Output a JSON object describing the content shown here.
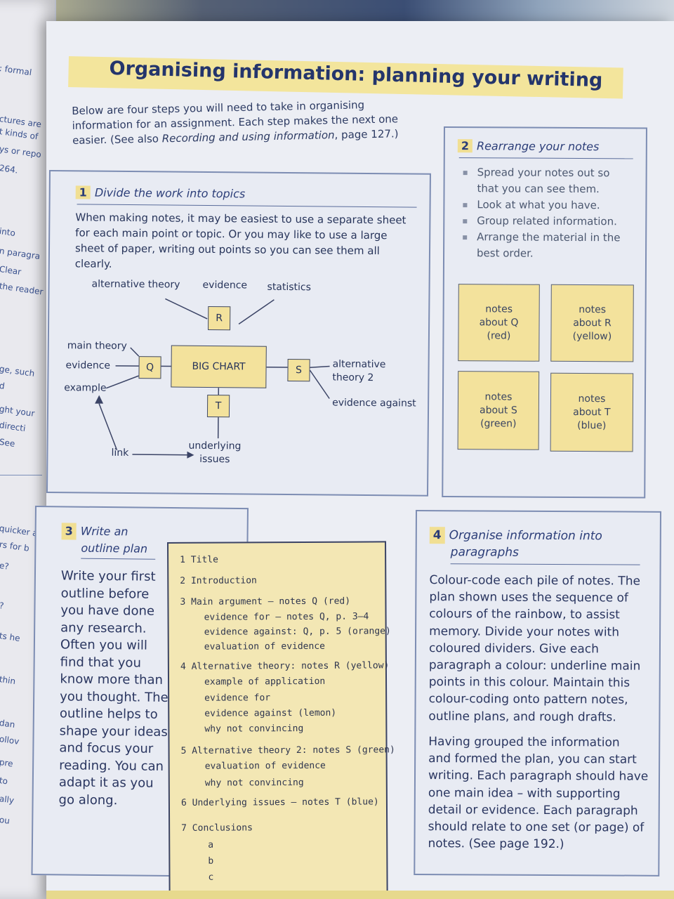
{
  "title": "Organising information: planning your writing",
  "intro": {
    "line1": "Below are four steps you will need to take in organising",
    "line2": "information for an assignment. Each step makes the next one",
    "line3_a": "easier. (See also ",
    "line3_italic": "Recording and using information",
    "line3_b": ", page 127.)"
  },
  "step1": {
    "number": "1",
    "heading": "Divide the work into topics",
    "body": [
      "When making notes, it may be easiest to use a separate sheet",
      "for each main point or topic. Or you may like to use a large",
      "sheet of paper, writing out points so you can see them all",
      "clearly."
    ],
    "diagram": {
      "labels": {
        "alt_theory": "alternative theory",
        "evidence_top": "evidence",
        "statistics": "statistics",
        "main_theory": "main theory",
        "evidence_left": "evidence",
        "example": "example",
        "alt_theory2_a": "alternative",
        "alt_theory2_b": "theory 2",
        "evidence_against": "evidence against",
        "link": "link",
        "underlying_a": "underlying",
        "underlying_b": "issues"
      },
      "nodes": {
        "center": "BIG CHART",
        "q": "Q",
        "r": "R",
        "s": "S",
        "t": "T"
      }
    }
  },
  "step2": {
    "number": "2",
    "heading": "Rearrange your notes",
    "bullets": [
      [
        "Spread your notes out so",
        "that you can see them."
      ],
      [
        "Look at what you have."
      ],
      [
        "Group related information."
      ],
      [
        "Arrange the material in the",
        "best order."
      ]
    ],
    "notes": [
      [
        "notes",
        "about Q",
        "(red)"
      ],
      [
        "notes",
        "about R",
        "(yellow)"
      ],
      [
        "notes",
        "about S",
        "(green)"
      ],
      [
        "notes",
        "about T",
        "(blue)"
      ]
    ]
  },
  "step3": {
    "number": "3",
    "heading_a": "Write an",
    "heading_b": "outline plan",
    "body": [
      "Write your first",
      "outline before",
      "you have done",
      "any research.",
      "Often you will",
      "find that you",
      "know more than",
      "you thought. The",
      "outline helps to",
      "shape your ideas",
      "and focus your",
      "reading. You can",
      "adapt it as you",
      "go along."
    ],
    "outline": {
      "title": "1 Title",
      "intro": "2 Introduction",
      "main": "3 Main argument – notes Q (red)",
      "main_sub": [
        "evidence for – notes Q, p. 3–4",
        "evidence against: Q, p. 5 (orange)",
        "evaluation of evidence"
      ],
      "alt": "4 Alternative theory: notes R (yellow)",
      "alt_sub": [
        "example of application",
        "evidence for",
        "evidence against (lemon)",
        "why not convincing"
      ],
      "alt2": "5 Alternative theory 2: notes S (green)",
      "alt2_sub": [
        "evaluation of evidence",
        "why not convincing"
      ],
      "under": "6 Underlying issues – notes T (blue)",
      "concl": "7 Conclusions",
      "concl_sub": [
        "a",
        "b",
        "c"
      ]
    }
  },
  "step4": {
    "number": "4",
    "heading_a": "Organise information into",
    "heading_b": "paragraphs",
    "para1": [
      "Colour-code each pile of notes. The",
      "plan shown uses the sequence of",
      "colours of the rainbow, to assist",
      "memory. Divide your notes with",
      "coloured dividers. Give each",
      "paragraph a colour: underline main",
      "points in this colour. Maintain this",
      "colour-coding onto pattern notes,",
      "outline plans, and rough drafts."
    ],
    "para2": [
      "Having grouped the information",
      "and formed the plan, you can start",
      "writing. Each paragraph should have",
      "one main idea – with supporting",
      "detail or evidence. Each paragraph",
      "should relate to one set (or page) of",
      "notes. (See page 192.)"
    ]
  },
  "left_page": {
    "fragments": [
      ": formal",
      "ctures are",
      "t kinds of",
      "ys or repo",
      "264.",
      "into",
      "n paragra",
      "Clear",
      "the reader",
      "ge, such",
      "d",
      "ght your",
      "directi",
      "See",
      "quicker a",
      "rs for b",
      "e?",
      "?",
      "ts he",
      "thin",
      "dan",
      "ollov",
      "pre",
      "to",
      "ally",
      "ou"
    ]
  },
  "colors": {
    "accent_yellow": "#f3e29c",
    "ink_blue": "#2b3d78",
    "box_border": "#7d8db3"
  }
}
